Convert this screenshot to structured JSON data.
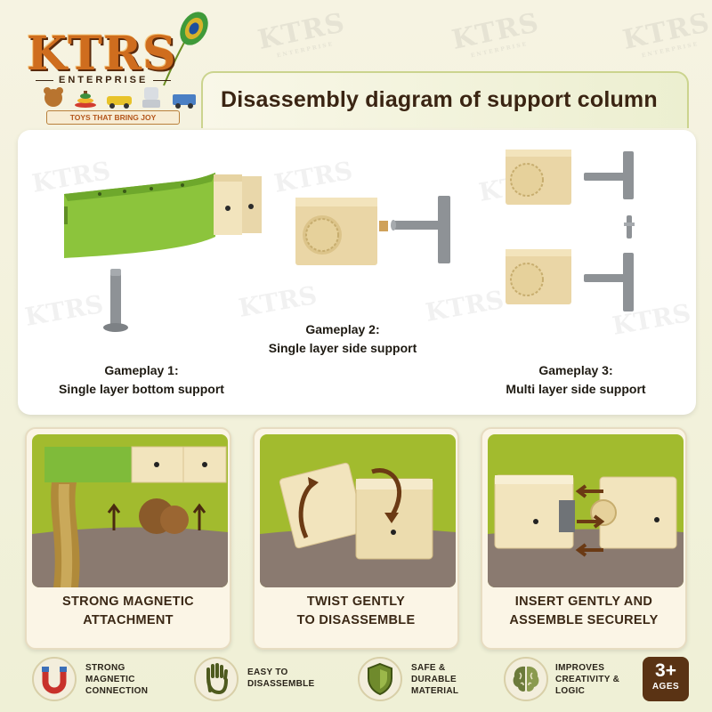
{
  "brand": {
    "name": "KTRS",
    "subtitle": "ENTERPRISE",
    "tagline": "TOYS THAT BRING JOY"
  },
  "title": "Disassembly diagram of support column",
  "gameplays": [
    {
      "name": "Gameplay 1:",
      "description": "Single layer bottom support"
    },
    {
      "name": "Gameplay 2:",
      "description": "Single layer side support"
    },
    {
      "name": "Gameplay 3:",
      "description": "Multi layer side support"
    }
  ],
  "cards": [
    {
      "line1": "STRONG MAGNETIC",
      "line2": "ATTACHMENT"
    },
    {
      "line1": "TWIST GENTLY",
      "line2": "TO DISASSEMBLE"
    },
    {
      "line1": "INSERT GENTLY AND",
      "line2": "ASSEMBLE SECURELY"
    }
  ],
  "features": [
    {
      "icon": "magnet-icon",
      "lines": [
        "STRONG",
        "MAGNETIC",
        "CONNECTION"
      ]
    },
    {
      "icon": "hand-icon",
      "lines": [
        "EASY TO",
        "DISASSEMBLE"
      ]
    },
    {
      "icon": "shield-icon",
      "lines": [
        "SAFE &",
        "DURABLE",
        "MATERIAL"
      ]
    },
    {
      "icon": "brain-icon",
      "lines": [
        "IMPROVES",
        "CREATIVITY &",
        "LOGIC"
      ]
    }
  ],
  "age": {
    "value": "3+",
    "label": "AGES"
  },
  "colors": {
    "green": "#8cc43c",
    "beige": "#e9d5a6",
    "grey": "#8e9296",
    "brown": "#5a3314",
    "grass": "#a2bb2e"
  }
}
